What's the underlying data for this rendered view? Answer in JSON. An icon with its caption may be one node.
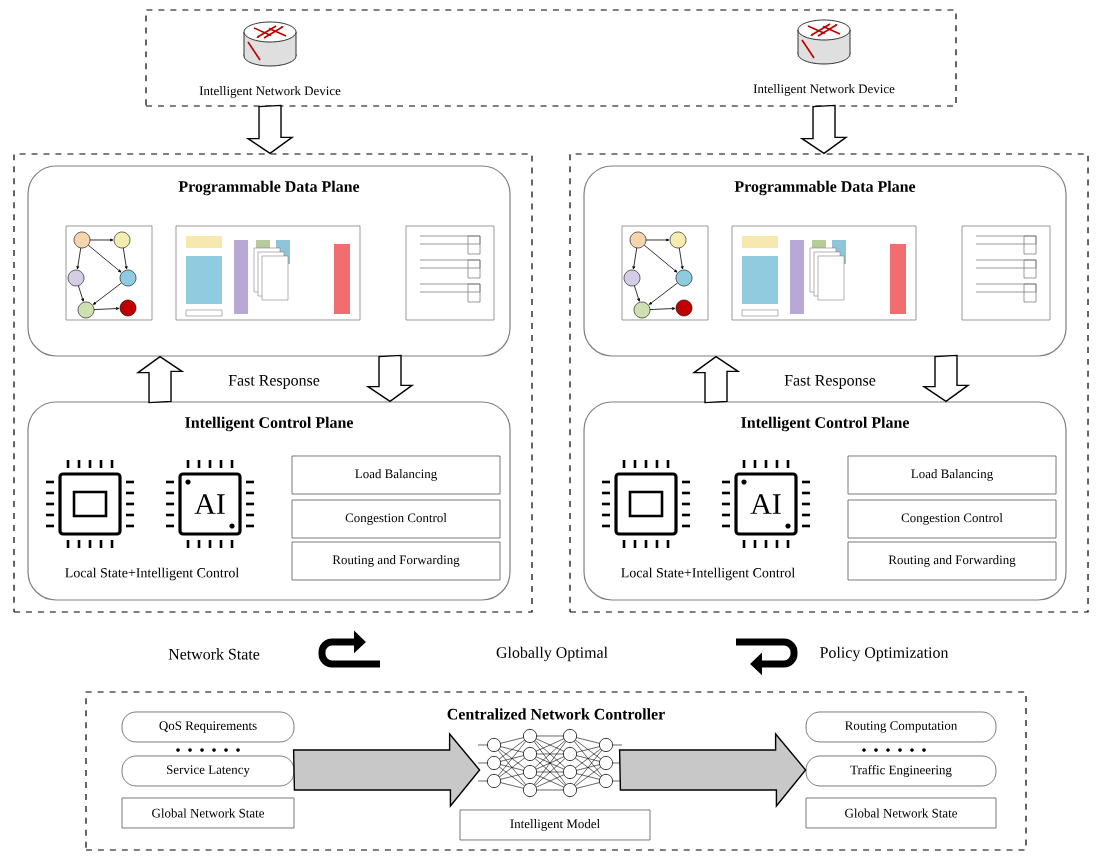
{
  "diagram": {
    "nodes": [
      {
        "text": [],
        "shape": "box"
      },
      {
        "text": [
          "Intelligent Network Device"
        ],
        "in": 0
      },
      {
        "text": [
          "Intelligent Network Device"
        ],
        "in": 0
      },
      {
        "text": [],
        "shape": "box"
      },
      {
        "text": [
          "Programmable Data Plane"
        ],
        "in": 3
      },
      {
        "text": [
          "Intelligent Control Plane",
          "AI",
          "Local State+Intelligent Control"
        ],
        "in": 3
      },
      {
        "text": [
          "Load Balancing"
        ],
        "in": 5
      },
      {
        "text": [
          "Congestion Control"
        ],
        "in": 5
      },
      {
        "text": [
          "Routing and Forwarding"
        ],
        "in": 5
      },
      {
        "text": [],
        "shape": "box"
      },
      {
        "text": [
          "Programmable Data Plane"
        ],
        "in": 9
      },
      {
        "text": [
          "Intelligent Control Plane",
          "AI",
          "Local State+Intelligent Control"
        ],
        "in": 9
      },
      {
        "text": [
          "Load Balancing"
        ],
        "in": 11
      },
      {
        "text": [
          "Congestion Control"
        ],
        "in": 11
      },
      {
        "text": [
          "Routing and Forwarding"
        ],
        "in": 11
      },
      {
        "text": [
          "Centralized Network Controller"
        ]
      },
      {
        "text": [
          "QoS Requirements"
        ],
        "in": 15
      },
      {
        "text": [
          "Service Latency"
        ],
        "in": 15
      },
      {
        "text": [
          "Global Network State"
        ],
        "in": 15
      },
      {
        "text": [],
        "shape": "picture",
        "in": 15
      },
      {
        "text": [
          "Intelligent Model"
        ],
        "in": 15
      },
      {
        "text": [
          "Routing Computation"
        ],
        "in": 15
      },
      {
        "text": [
          "Traffic Engineering"
        ],
        "in": 15
      },
      {
        "text": [
          "Global Network State"
        ],
        "in": 15
      }
    ],
    "edges": [
      {
        "from": 0,
        "to": 3,
        "arrow": "to"
      },
      {
        "from": 0,
        "to": 9,
        "arrow": "to"
      },
      {
        "from": 5,
        "to": 4,
        "arrow": "to"
      },
      {
        "from": 4,
        "to": 5,
        "arrow": "to"
      },
      {
        "from": 11,
        "to": 10,
        "arrow": "to"
      },
      {
        "from": 10,
        "to": 11,
        "arrow": "to"
      },
      {
        "from": 17,
        "to": 19,
        "arrow": "to",
        "color": "#c8c8c8"
      },
      {
        "from": 19,
        "to": 22,
        "arrow": "to",
        "color": "#c8c8c8"
      }
    ],
    "labels": [
      "Fast Response",
      "Fast Response",
      "Network State",
      "Globally Optimal",
      "Policy Optimization"
    ]
  }
}
